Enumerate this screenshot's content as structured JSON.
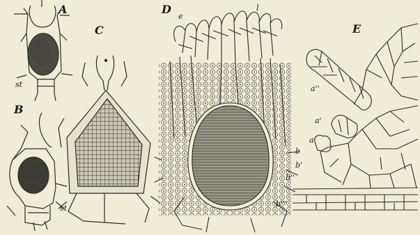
{
  "figure": {
    "panels": [
      {
        "id": "A",
        "label": "A",
        "sublabels": [
          "st"
        ]
      },
      {
        "id": "B",
        "label": "B",
        "sublabels": [
          "st"
        ]
      },
      {
        "id": "C",
        "label": "C",
        "sublabels": []
      },
      {
        "id": "D",
        "label": "D",
        "sublabels": [
          "e",
          "l",
          "b",
          "b'",
          "b''",
          "b'''"
        ]
      },
      {
        "id": "E",
        "label": "E",
        "sublabels": [
          "a''",
          "a'",
          "a"
        ]
      }
    ],
    "colors": {
      "paper": "#efedd6",
      "ink": "#2a2a24"
    }
  }
}
